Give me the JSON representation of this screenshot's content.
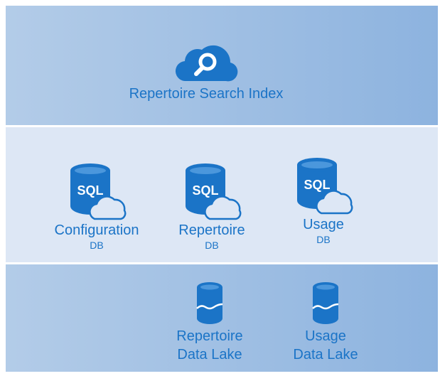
{
  "colors": {
    "accent": "#1b74c7",
    "band_light": "#dde7f5",
    "band_dark": "#8db3df"
  },
  "search_index": {
    "icon": "cloud-search-icon",
    "label": "Repertoire Search Index"
  },
  "databases": [
    {
      "icon": "sql-database-icon",
      "icon_text": "SQL",
      "name": "Configuration",
      "suffix": "DB"
    },
    {
      "icon": "sql-database-icon",
      "icon_text": "SQL",
      "name": "Repertoire",
      "suffix": "DB"
    },
    {
      "icon": "sql-database-icon",
      "icon_text": "SQL",
      "name": "Usage",
      "suffix": "DB"
    }
  ],
  "data_lakes": [
    {
      "icon": "data-lake-icon",
      "line1": "Repertoire",
      "line2": "Data Lake"
    },
    {
      "icon": "data-lake-icon",
      "line1": "Usage",
      "line2": "Data Lake"
    }
  ]
}
